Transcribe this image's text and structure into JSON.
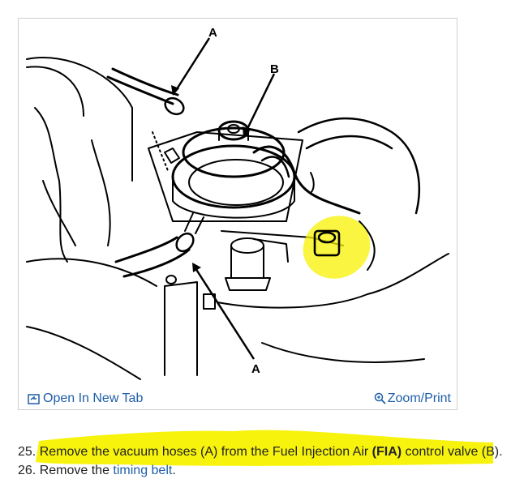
{
  "diagram": {
    "labels": {
      "top_hose": "A",
      "valve": "B",
      "bottom_hose": "A"
    }
  },
  "toolbar": {
    "open_tab_label": "Open In New Tab",
    "zoom_label": "Zoom/Print"
  },
  "steps": [
    {
      "number": "25.",
      "text_before": " Remove the vacuum hoses (A) from the ",
      "bold_pre": "Fuel Injection Air ",
      "bold": "(FIA)",
      "text_after": " control valve (B)."
    },
    {
      "number": "26.",
      "text_before": " Remove the ",
      "link": "timing belt",
      "text_after": "."
    }
  ],
  "colors": {
    "highlight": "#f7f200",
    "link": "#1f5fa8",
    "line_art": "#000000"
  }
}
